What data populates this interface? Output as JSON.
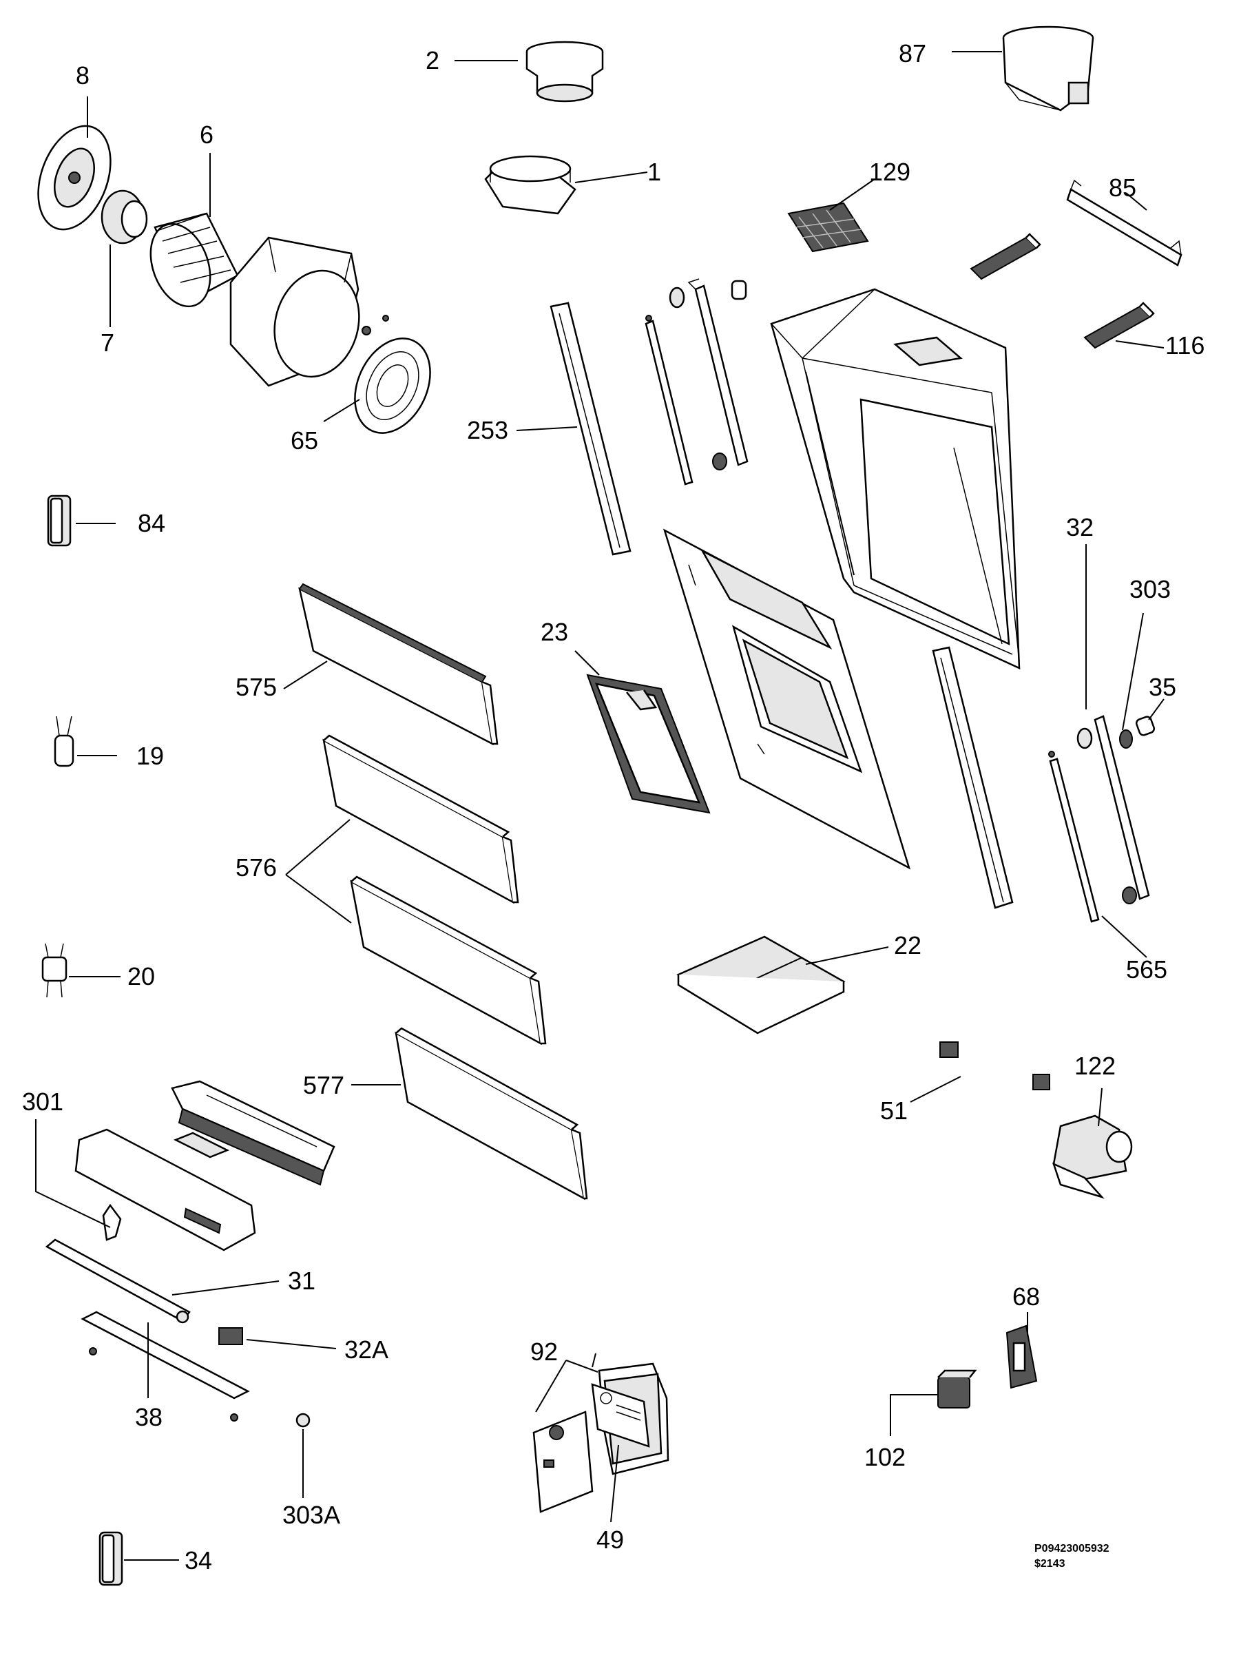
{
  "labels": {
    "p8": "8",
    "p6": "6",
    "p7": "7",
    "p65": "65",
    "p2": "2",
    "p1": "1",
    "p87": "87",
    "p129": "129",
    "p85": "85",
    "p116": "116",
    "p253": "253",
    "p84": "84",
    "p32": "32",
    "p303": "303",
    "p35": "35",
    "p23": "23",
    "p575": "575",
    "p19": "19",
    "p576": "576",
    "p22": "22",
    "p565": "565",
    "p20": "20",
    "p577": "577",
    "p51": "51",
    "p122": "122",
    "p301": "301",
    "p31": "31",
    "p32A": "32A",
    "p38": "38",
    "p303A": "303A",
    "p92": "92",
    "p49": "49",
    "p68": "68",
    "p102": "102",
    "p34": "34"
  },
  "footer": {
    "code_line1": "P09423005932",
    "code_line2": "$2143"
  },
  "colors": {
    "ink": "#000000",
    "background": "#ffffff",
    "part_fill": "#e6e6e6"
  }
}
